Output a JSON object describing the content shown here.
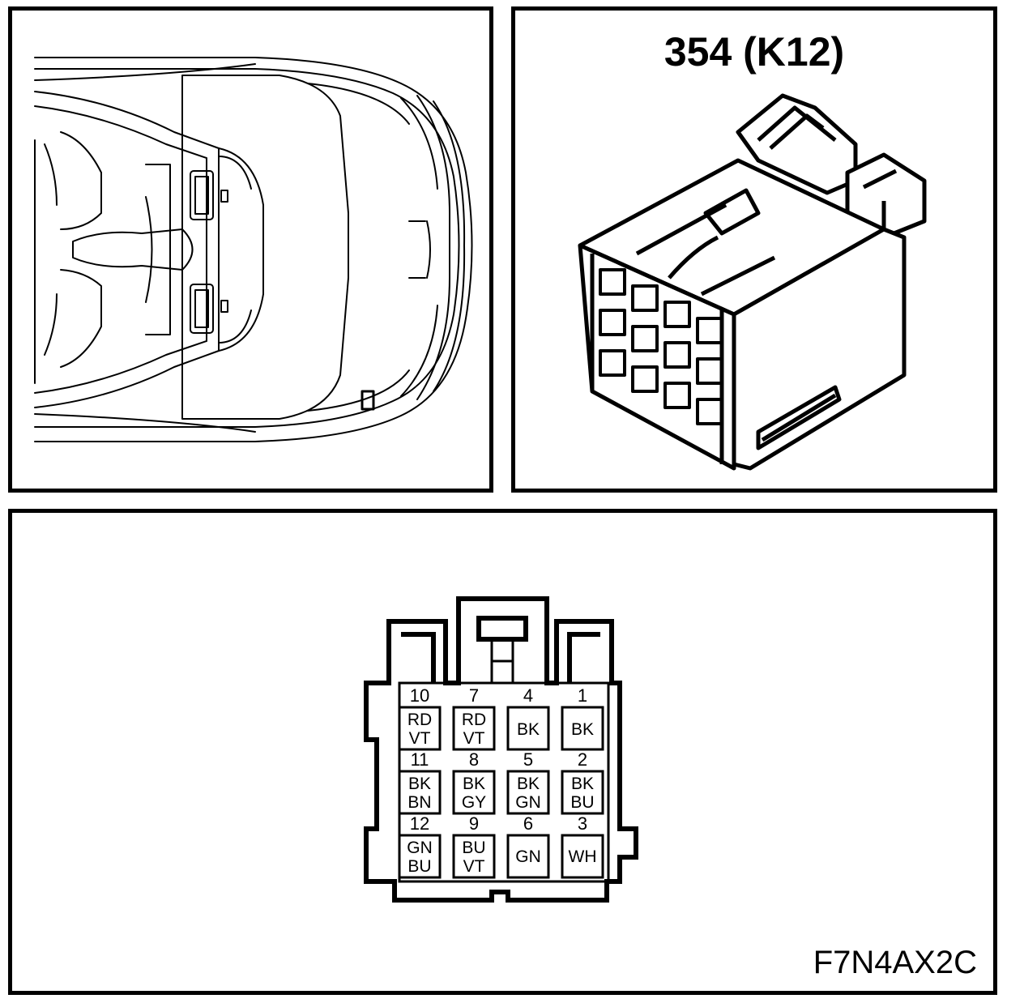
{
  "connector": {
    "title": "354 (K12)"
  },
  "figure_code": "F7N4AX2C",
  "pins": [
    {
      "num": "10",
      "line1": "RD",
      "line2": "VT"
    },
    {
      "num": "7",
      "line1": "RD",
      "line2": "VT"
    },
    {
      "num": "4",
      "line1": "BK",
      "line2": ""
    },
    {
      "num": "1",
      "line1": "BK",
      "line2": ""
    },
    {
      "num": "11",
      "line1": "BK",
      "line2": "BN"
    },
    {
      "num": "8",
      "line1": "BK",
      "line2": "GY"
    },
    {
      "num": "5",
      "line1": "BK",
      "line2": "GN"
    },
    {
      "num": "2",
      "line1": "BK",
      "line2": "BU"
    },
    {
      "num": "12",
      "line1": "GN",
      "line2": "BU"
    },
    {
      "num": "9",
      "line1": "BU",
      "line2": "VT"
    },
    {
      "num": "6",
      "line1": "GN",
      "line2": ""
    },
    {
      "num": "3",
      "line1": "WH",
      "line2": ""
    }
  ]
}
